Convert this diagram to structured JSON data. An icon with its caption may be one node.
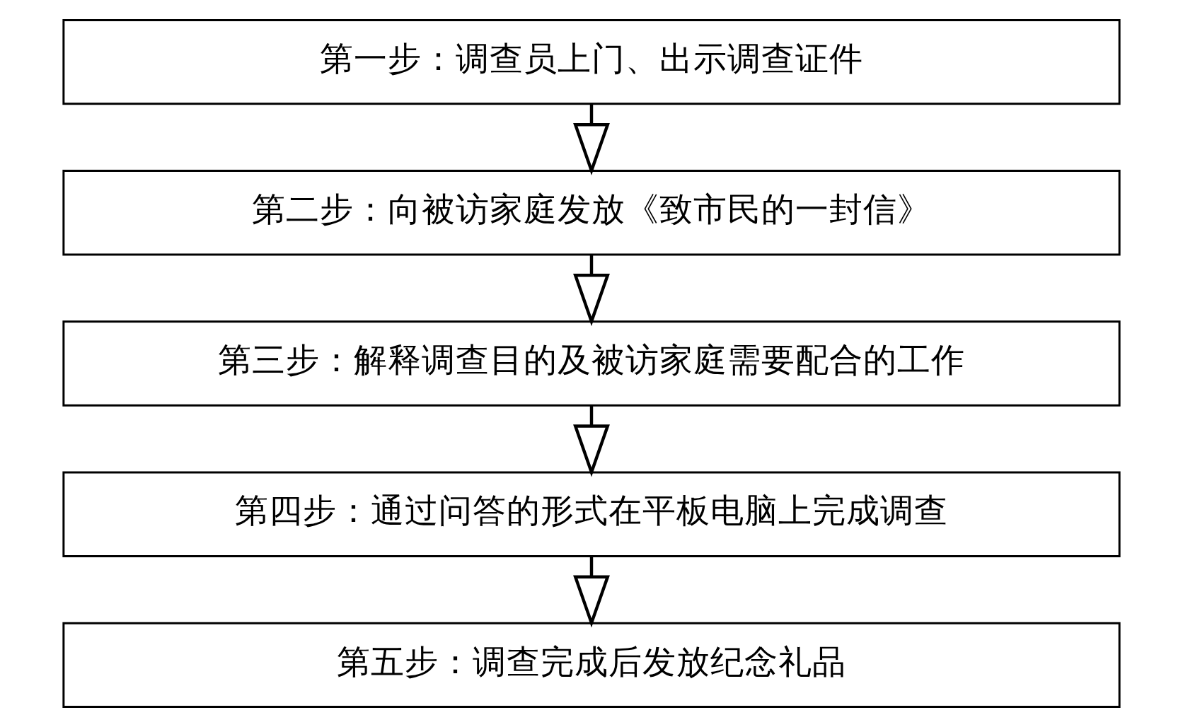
{
  "diagram": {
    "nodes": [
      {
        "text": [
          "第一步：调查员上门、出示调查证件"
        ]
      },
      {
        "text": [
          "第二步：向被访家庭发放《致市民的一封信》"
        ]
      },
      {
        "text": [
          "第三步：解释调查目的及被访家庭需要配合的工作"
        ]
      },
      {
        "text": [
          "第四步：通过问答的形式在平板电脑上完成调查"
        ]
      },
      {
        "text": [
          "第五步：调查完成后发放纪念礼品"
        ]
      }
    ],
    "edges": [
      {
        "from": 0,
        "to": 1,
        "arrow": "to"
      },
      {
        "from": 1,
        "to": 2,
        "arrow": "to"
      },
      {
        "from": 2,
        "to": 3,
        "arrow": "to"
      },
      {
        "from": 3,
        "to": 4,
        "arrow": "to"
      }
    ]
  }
}
